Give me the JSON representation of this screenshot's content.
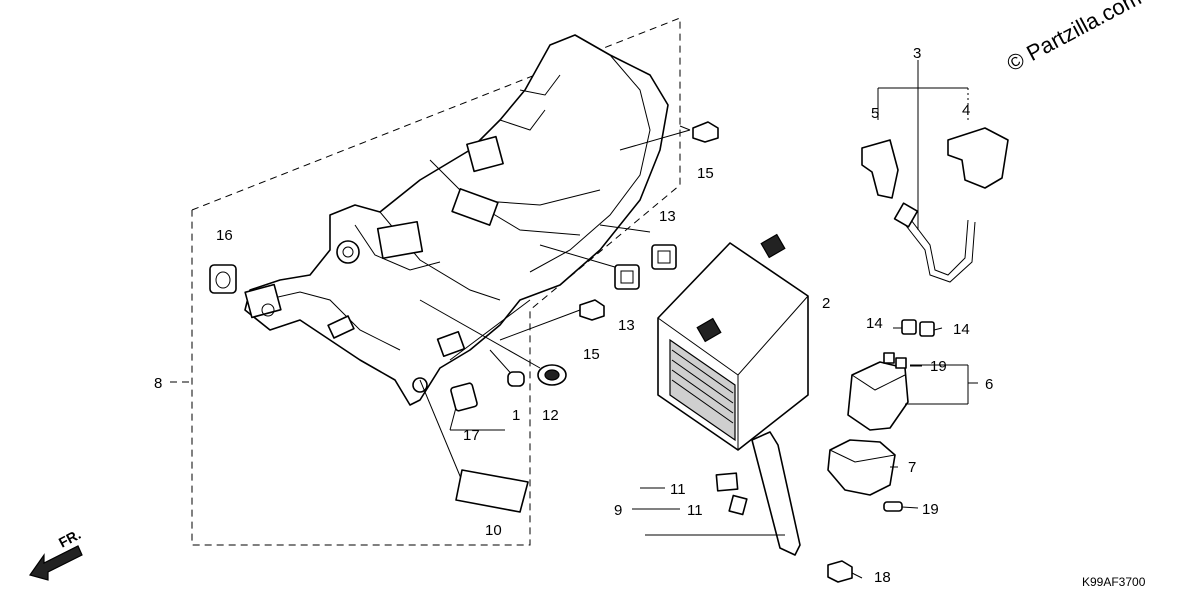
{
  "watermark": "© Partzilla.com",
  "diagram_code": "K99AF3700",
  "direction_label": "FR.",
  "callouts": {
    "c1": "1",
    "c2": "2",
    "c3": "3",
    "c4": "4",
    "c5": "5",
    "c6": "6",
    "c7": "7",
    "c8": "8",
    "c9": "9",
    "c10": "10",
    "c11a": "11",
    "c11b": "11",
    "c12": "12",
    "c13a": "13",
    "c13b": "13",
    "c14a": "14",
    "c14b": "14",
    "c15a": "15",
    "c15b": "15",
    "c16": "16",
    "c17": "17",
    "c18": "18",
    "c19a": "19",
    "c19b": "19"
  }
}
